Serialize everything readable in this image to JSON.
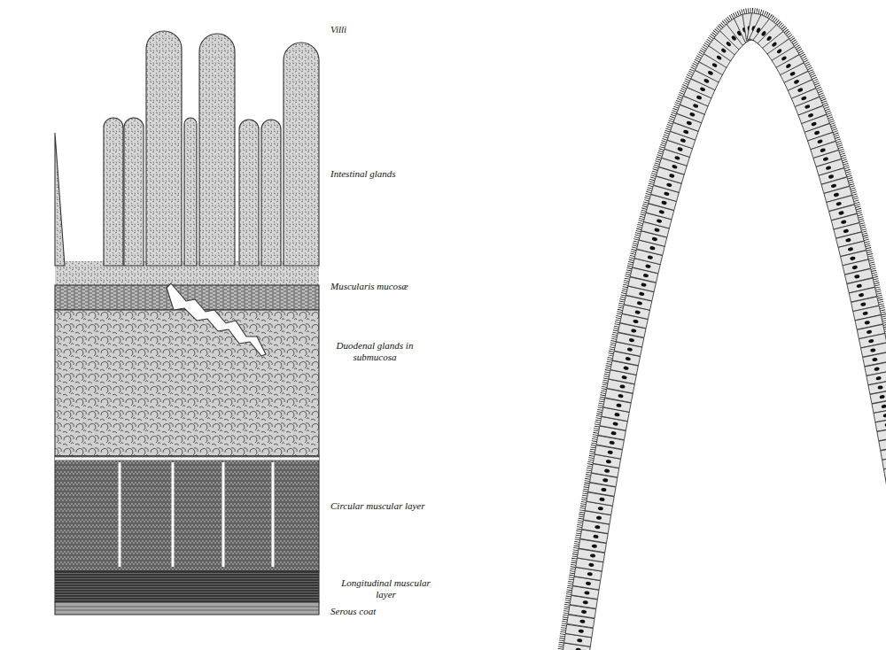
{
  "diagram": {
    "labels": [
      "Villi",
      "Intestinal glands",
      "Muscularis mucosæ",
      "Duodenal glands in submucosa",
      "Circular muscular layer",
      "Longitudinal muscular layer",
      "Serous coat"
    ]
  }
}
